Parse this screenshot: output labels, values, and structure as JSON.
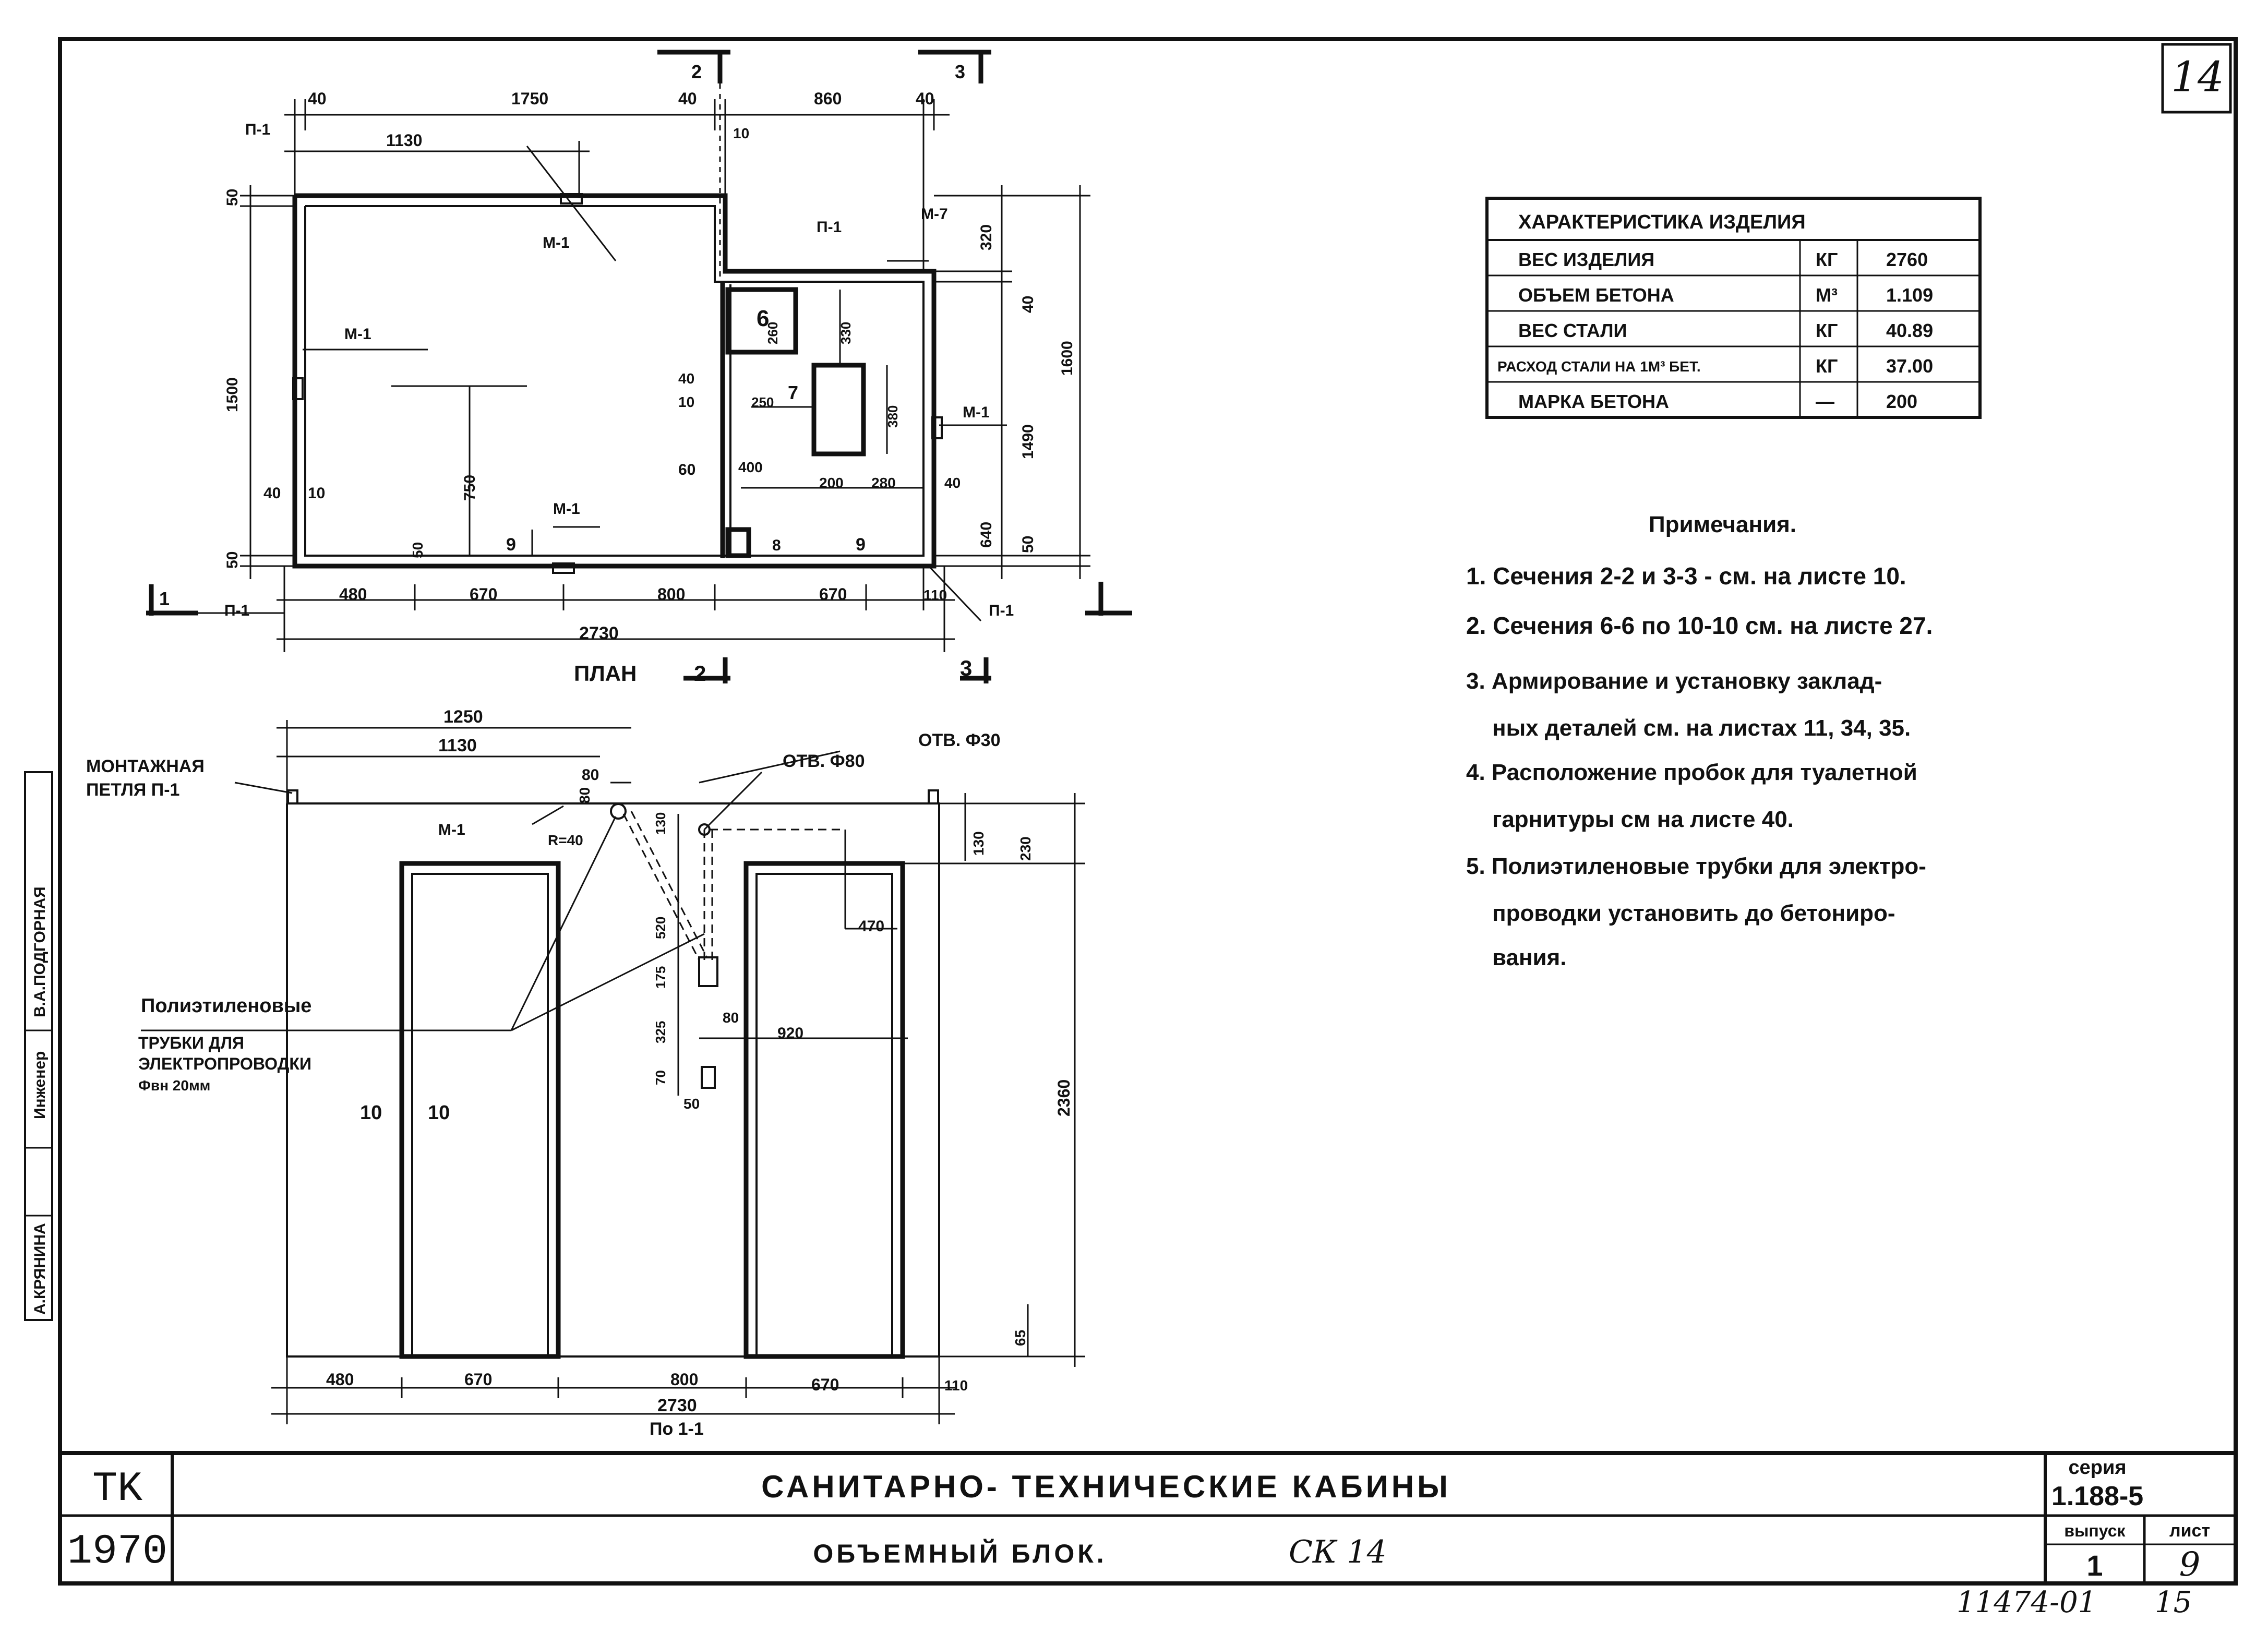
{
  "sheet": {
    "corner_number": "14",
    "side_stamp": {
      "engineer_label": "Инженер",
      "surname_1": "А.КРЯНИНА",
      "surname_2": "В.А.ПОДГОРНАЯ"
    },
    "bottom_code": "11474-01",
    "bottom_page": "15"
  },
  "title_block": {
    "org": "TK",
    "year": "1970",
    "title": "САНИТАРНО- ТЕХНИЧЕСКИЕ     КАБИНЫ",
    "subtitle": "ОБЪЕМНЫЙ     БЛОК.",
    "mark": "СК 14",
    "series_label": "серия",
    "series_value": "1.188-5",
    "issue_label": "выпуск",
    "issue_value": "1",
    "sheet_label": "лист",
    "sheet_value": "9"
  },
  "characteristics": {
    "header": "ХАРАКТЕРИСТИКА   ИЗДЕЛИЯ",
    "rows": [
      {
        "name": "ВЕС ИЗДЕЛИЯ",
        "unit": "КГ",
        "value": "2760"
      },
      {
        "name": "ОБЪЕМ БЕТОНА",
        "unit": "М³",
        "value": "1.109"
      },
      {
        "name": "ВЕС СТАЛИ",
        "unit": "КГ",
        "value": "40.89"
      },
      {
        "name": "РАСХОД СТАЛИ НА 1М³ БЕТ.",
        "unit": "КГ",
        "value": "37.00"
      },
      {
        "name": "МАРКА БЕТОНА",
        "unit": "—",
        "value": "200"
      }
    ]
  },
  "notes": {
    "title": "Примечания.",
    "items": [
      "1. Сечения 2-2 и 3-3 - см. на листе 10.",
      "2. Сечения 6-6 по 10-10 см. на листе 27.",
      "3. Армирование и установку заклад-",
      "ных деталей см. на листах 11, 34, 35.",
      "4. Расположение пробок для туалетной",
      "гарнитуры см на листе 40.",
      "5. Полиэтиленовые трубки для электро-",
      "проводки установить до бетониро-",
      "вания."
    ]
  },
  "plan": {
    "caption": "ПЛАН",
    "section_marks": {
      "left": "2",
      "right": "3",
      "top_left": "2",
      "top_right": "3",
      "side": "1"
    },
    "labels": {
      "p1": "П-1",
      "m1": "М-1",
      "m7": "М-7",
      "six": "6",
      "seven": "7",
      "eight": "8",
      "nine": "9"
    },
    "dims_top": [
      "40",
      "1750",
      "40",
      "860",
      "40"
    ],
    "dim_1130": "1130",
    "dim_10": "10",
    "dim_40": "40",
    "dims_left": [
      "50",
      "1500",
      "40",
      "10",
      "50"
    ],
    "dims_right": [
      "320",
      "40",
      "1600",
      "1490",
      "640",
      "50"
    ],
    "inner_dims": [
      "260",
      "330",
      "380",
      "40",
      "10",
      "250",
      "60",
      "400",
      "200",
      "280",
      "10",
      "40",
      "750",
      "50",
      "9"
    ],
    "dims_bottom": [
      "480",
      "670",
      "800",
      "670",
      "110"
    ],
    "dim_total": "2730"
  },
  "section": {
    "caption": "По   1-1",
    "labels": {
      "loop": "МОНТАЖНАЯ",
      "loop2": "ПЕТЛЯ П-1",
      "m1": "М-1",
      "r40": "R=40",
      "hole80": "ОТВ. Ф80",
      "hole30": "ОТВ. Ф30",
      "pipes_1": "Полиэтиленовые",
      "pipes_2": "ТРУБКИ ДЛЯ",
      "pipes_3": "ЭЛЕКТРОПРОВОДКИ",
      "pipes_4": "Фвн 20мм",
      "ten": "10"
    },
    "dims_top": [
      "1250",
      "1130",
      "80",
      "80"
    ],
    "inner_dims": [
      "130",
      "520",
      "175",
      "325",
      "70",
      "80",
      "50",
      "920",
      "470",
      "130",
      "230",
      "2360",
      "65"
    ],
    "dims_bottom": [
      "480",
      "670",
      "800",
      "670",
      "110"
    ],
    "dim_total": "2730"
  }
}
